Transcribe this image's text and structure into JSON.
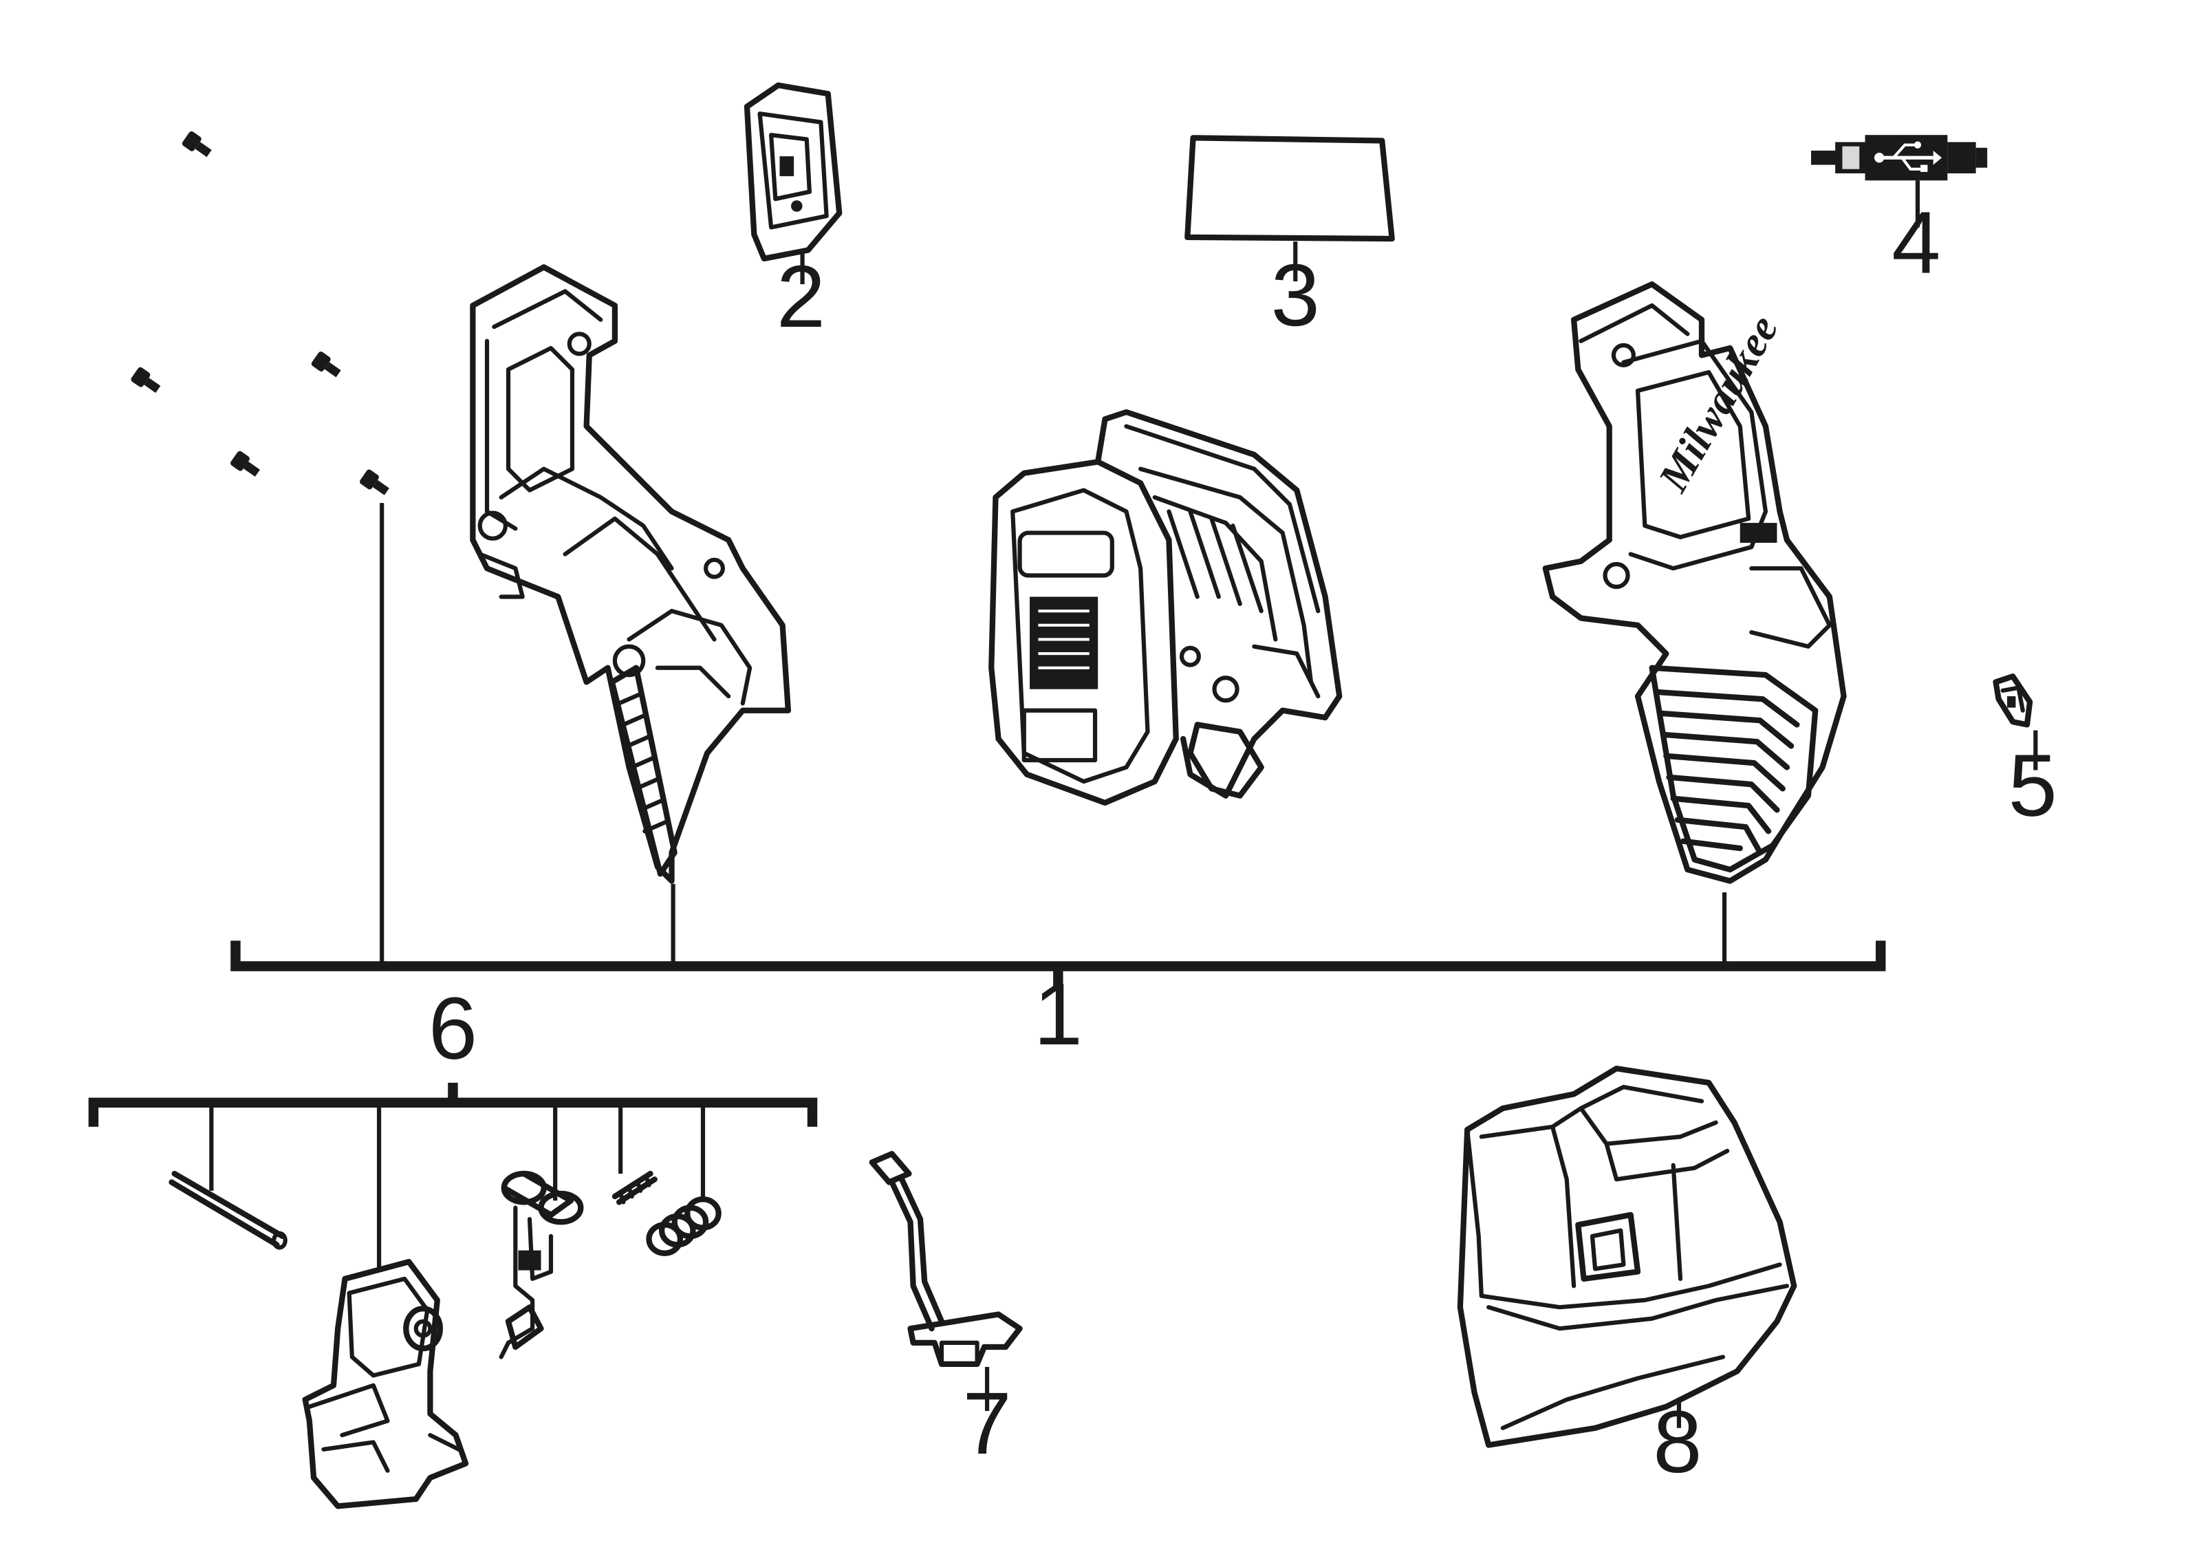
{
  "diagram": {
    "title": "Exploded parts diagram",
    "line_color": "#1a1a1a",
    "background": "#ffffff",
    "callouts": [
      {
        "id": "1",
        "label": "1",
        "part": "housing-assembly"
      },
      {
        "id": "2",
        "label": "2",
        "part": "small-plate"
      },
      {
        "id": "3",
        "label": "3",
        "part": "label-sheet"
      },
      {
        "id": "4",
        "label": "4",
        "part": "usb-connector"
      },
      {
        "id": "5",
        "label": "5",
        "part": "small-clip"
      },
      {
        "id": "6",
        "label": "6",
        "part": "trigger-kit"
      },
      {
        "id": "7",
        "label": "7",
        "part": "wire-terminal"
      },
      {
        "id": "8",
        "label": "8",
        "part": "rubber-boot"
      }
    ]
  }
}
